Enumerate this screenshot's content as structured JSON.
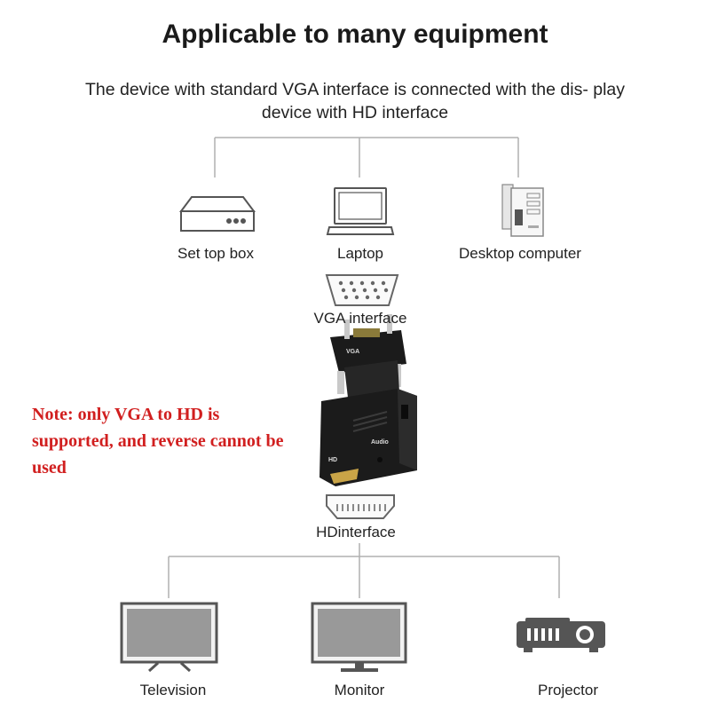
{
  "header": {
    "title": "Applicable to many equipment",
    "subtitle": "The device with standard VGA interface is connected with the dis- play device with HD interface"
  },
  "sources": [
    {
      "label": "Set top box",
      "icon": "set-top-box-icon"
    },
    {
      "label": "Laptop",
      "icon": "laptop-icon"
    },
    {
      "label": "Desktop computer",
      "icon": "desktop-computer-icon"
    }
  ],
  "vga": {
    "label": "VGA interface",
    "icon": "vga-port-icon"
  },
  "note": {
    "text": "Note: only VGA to HD is supported, and reverse cannot be used"
  },
  "adapter": {
    "label_hd": "HD",
    "label_audio": "Audio",
    "label_vga": "VGA"
  },
  "hd": {
    "label": "HDinterface",
    "icon": "hd-port-icon"
  },
  "displays": [
    {
      "label": "Television",
      "icon": "television-icon"
    },
    {
      "label": "Monitor",
      "icon": "monitor-icon"
    },
    {
      "label": "Projector",
      "icon": "projector-icon"
    }
  ],
  "colors": {
    "line": "#b0b0b0",
    "icon": "#555555",
    "screen": "#999999",
    "note": "#d11f1f",
    "adapter": "#1b1b1b"
  }
}
